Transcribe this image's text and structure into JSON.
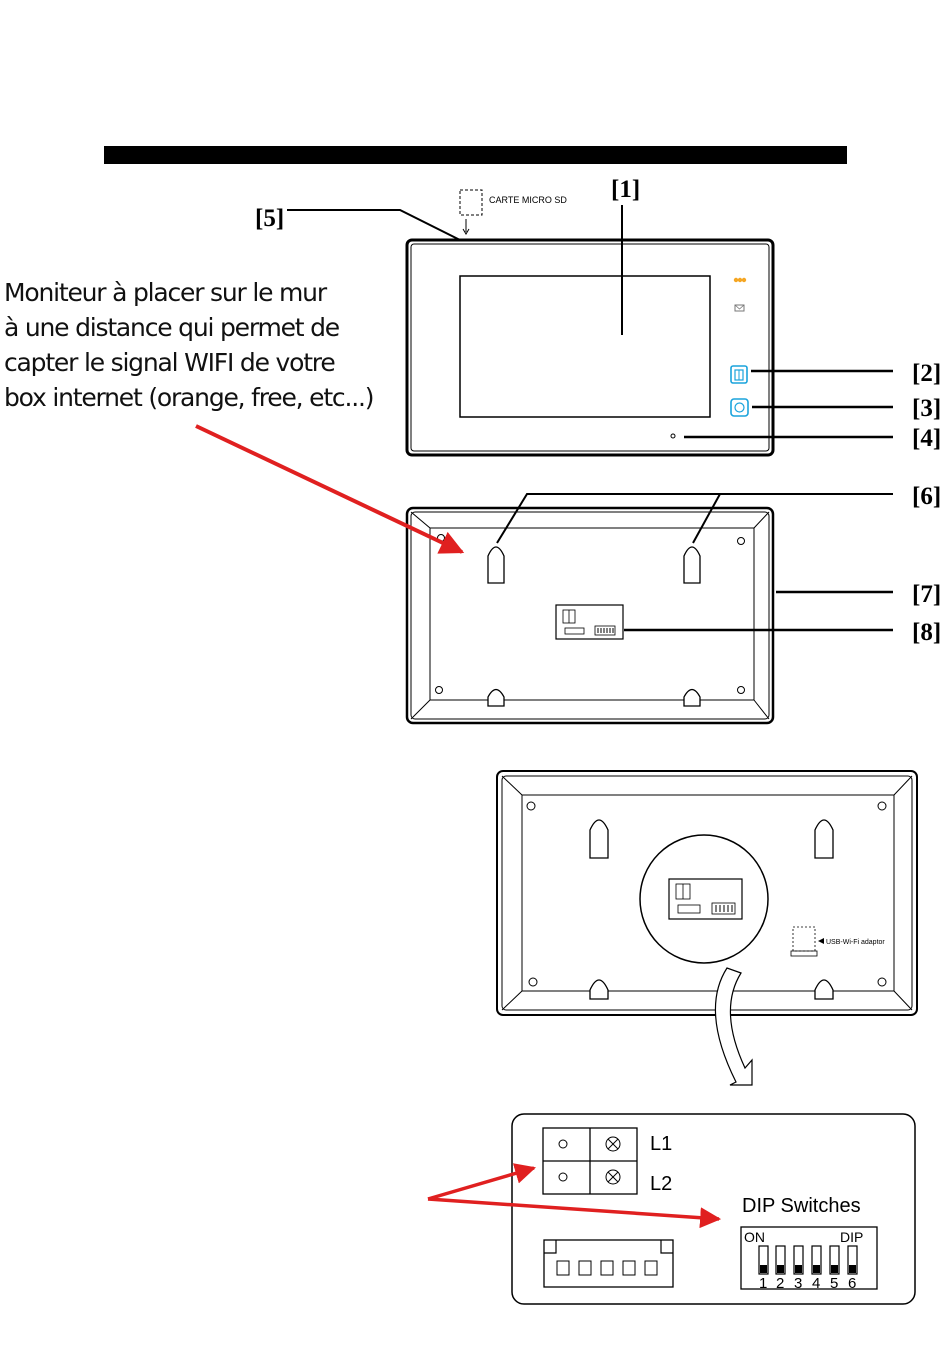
{
  "note": {
    "lines": [
      "Moniteur à placer sur le mur",
      "à une distance qui permet de",
      "capter le signal WIFI de votre",
      "box internet (orange, free, etc...)"
    ]
  },
  "callouts": {
    "c1": "[1]",
    "c2": "[2]",
    "c3": "[3]",
    "c4": "[4]",
    "c5": "[5]",
    "c6": "[6]",
    "c7": "[7]",
    "c8": "[8]"
  },
  "sd_card_label": "CARTE MICRO SD",
  "usb_label": "USB-Wi-Fi adaptor",
  "terminals": {
    "l1": "L1",
    "l2": "L2"
  },
  "dip": {
    "title": "DIP Switches",
    "on": "ON",
    "dip": "DIP",
    "numbers": [
      "1",
      "2",
      "3",
      "4",
      "5",
      "6"
    ]
  },
  "colors": {
    "arrow": "#e02020",
    "icon_cyan": "#1aa3dc",
    "led_orange": "#f5a623"
  }
}
